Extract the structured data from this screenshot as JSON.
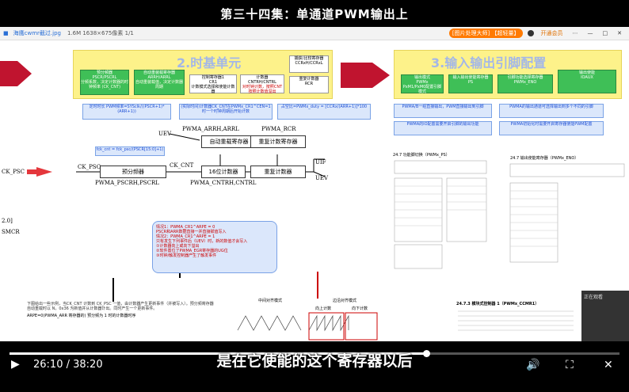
{
  "video": {
    "title": "第三十四集：单通道PWM输出上",
    "subtitle": "是在它使能的这个寄存器以后",
    "current_time": "26:10",
    "total_time": "38:20",
    "progress": 0.683
  },
  "viewer": {
    "app_name": "海鹰cwmr截过.jpg",
    "file_info": "1.6M  1638×675像素  1/1",
    "promo": "[图片处理大师] 【超轻量】",
    "actions": [
      "开通会员",
      "⋯"
    ],
    "side_panel_label": "正在观看"
  },
  "slide": {
    "section2": {
      "title": "2.时基单元",
      "green_boxes": [
        {
          "line1": "预分频器",
          "line2": "PSCR/PSCRL",
          "red": "分频系数，决定计数器的时钟频率 (CK_CNT)"
        },
        {
          "line1": "自动重装载寄存器",
          "line2": "ARRH/ARRL",
          "red": "自动重装载值，决定计数器周期"
        }
      ],
      "white_boxes": [
        {
          "line1": "控制寄存器1",
          "line2": "CR1",
          "line3": "计数模式选择和使能计数器"
        },
        {
          "line1": "计数器",
          "line2": "CNTRH/CNTRL",
          "red": "对时钟计数，按照CNT按照计数值溢出"
        }
      ],
      "top_box": {
        "line1": "捕获/比较寄存器",
        "line2": "CCRxH/CCRxL"
      },
      "rep_box": {
        "line1": "重复计数器",
        "line2": "RCR"
      },
      "formula1": "定时时长 PWM频率=SYSclk/((PSCR+1)*(ARR+1))",
      "formula2": "(实际时间)计数器CK_CNT在PWMx_CR1^CEN=1时一个时钟周期后开始计数",
      "formula3": "占空比=PWMx_duty = [CCRx/(ARR+1)]*100"
    },
    "section3": {
      "title": "3.输入输出引脚配置",
      "boxes": [
        {
          "line1": "输出模式",
          "line2": "PWMx",
          "line3": "PxM1/PxM0配置引脚模式"
        },
        {
          "line1": "输入输出使能寄存器",
          "line2": "PS"
        },
        {
          "line1": "引脚功能选择寄存器",
          "line2": "PWMx_ENO"
        },
        {
          "line1": "输出使能",
          "line2": "IOAUX"
        }
      ],
      "notes": [
        "PWMA/B一组直接输出，PWM直接输出到引脚",
        "PWMA的输出通道可选择输出到多个不同的引脚",
        "PWMA的IO配置需要开启引脚的输出功能",
        "PWMA初始化时需要开启寄存器使能PWM配置"
      ]
    },
    "diagram": {
      "labels": {
        "ck_psc": "CK_PSC",
        "ck_psc_left": "CK_PSC",
        "ck_cnt": "CK_CNT",
        "uev": "UEV",
        "uev2": "UEV",
        "uif": "UIF",
        "arr_reg": "PWMA_ARRH,ARRL",
        "rcr_reg": "PWMA_RCR",
        "psc_reg": "PWMA_PSCRH,PSCRL",
        "cnt_reg": "PWMA_CNTRH,CNTRL",
        "fck": "fck_cnt = fck_psc/(PSCR[15:0]+1)",
        "left_code": "2.0]",
        "left_smcr": "SMCR"
      },
      "boxes": {
        "arr": "自动重载寄存器",
        "rcr": "重复计数寄存器",
        "psc": "预分频器",
        "cnt": "16位计数器",
        "rep": "重复计数器"
      },
      "note": {
        "lines": [
          "情况1：PWMA_CR1^ARPE = 0",
          "PSCR和ARR数据直接一并直接赋值写入",
          "情况2：PWMA_CR1^ARPE = 1",
          "只有发生下列事件后（UEV）时，新的数值才会写入",
          "  ①计数器向上或向下溢出",
          "  ②软件置位了PWMA_EGR寄存器的UG位",
          "  ③时钟/触发控制器产生了触发事件"
        ]
      }
    },
    "bottom": {
      "left_text": "下图给出一些示例，当CK_CNT 计数到 CK_PSC 一值，由计数器产生更新事件（并被写入）。预分频寄存器自动重载时以 N，0x36 为新值并从计数器计出。同时产生一个更新事件。",
      "formula": "ARPE=0(PWMA_ARR 寄存器的) 预分频为 1 时的计数器时序",
      "wave_titles": [
        "中间对齐模式",
        "边沿对齐模式"
      ],
      "wave_sub": [
        "向上计数",
        "向下计数"
      ],
      "section_title": "24.7.3  模块式控制器 1（PWMx_CCMR1）"
    },
    "tables": {
      "t1_title": "24.7   功能脚切换（PWMx_PS）",
      "t2_title": "24.7   输出使能寄存器（PWMx_ENO）"
    }
  }
}
